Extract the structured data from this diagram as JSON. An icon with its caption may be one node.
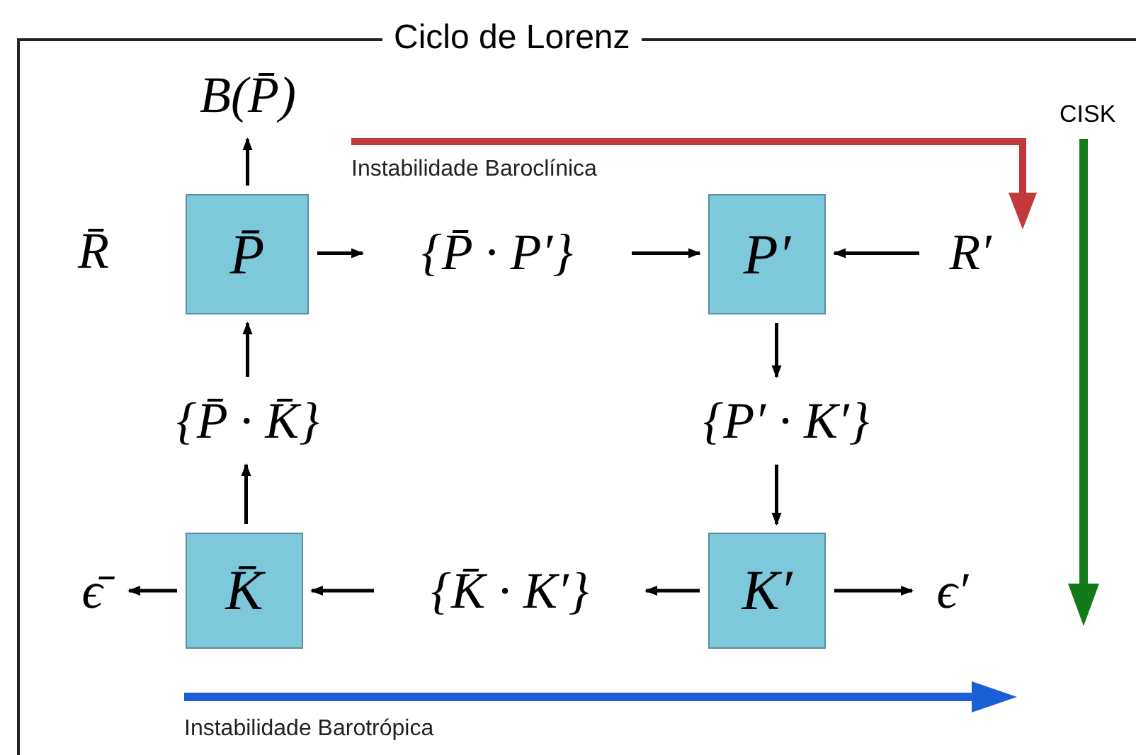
{
  "diagram": {
    "title": "Ciclo de Lorenz",
    "nodes": [
      {
        "text": [
          "B(P̄)"
        ]
      },
      {
        "text": [
          "P̄"
        ]
      },
      {
        "text": [
          "{P̄ · P′}"
        ]
      },
      {
        "text": [
          "P′"
        ]
      },
      {
        "text": [
          "R′"
        ]
      },
      {
        "text": [
          "{P̄ · K̄}"
        ]
      },
      {
        "text": [
          "{P′ · K′}"
        ]
      },
      {
        "text": [
          "ϵ̄"
        ]
      },
      {
        "text": [
          "K̄"
        ]
      },
      {
        "text": [
          "{K̄ · K′}"
        ]
      },
      {
        "text": [
          "K′"
        ]
      },
      {
        "text": [
          "ϵ′"
        ]
      }
    ],
    "edges": [
      {
        "from": 1,
        "to": 0,
        "arrow": "to"
      },
      {
        "from": 1,
        "to": 2,
        "arrow": "to"
      },
      {
        "from": 2,
        "to": 3,
        "arrow": "to"
      },
      {
        "from": 4,
        "to": 3,
        "arrow": "to"
      },
      {
        "from": 3,
        "to": 6,
        "arrow": "to"
      },
      {
        "from": 6,
        "to": 10,
        "arrow": "to"
      },
      {
        "from": 10,
        "to": 9,
        "arrow": "to"
      },
      {
        "from": 9,
        "to": 8,
        "arrow": "to"
      },
      {
        "from": 8,
        "to": 7,
        "arrow": "to"
      },
      {
        "from": 10,
        "to": 11,
        "arrow": "to"
      },
      {
        "from": 8,
        "to": 5,
        "arrow": "to"
      },
      {
        "from": 5,
        "to": 1,
        "arrow": "to"
      }
    ],
    "labels": [
      "CISK",
      "Instabilidade Baroclínica",
      "R̄",
      "Instabilidade Barotrópica"
    ]
  }
}
